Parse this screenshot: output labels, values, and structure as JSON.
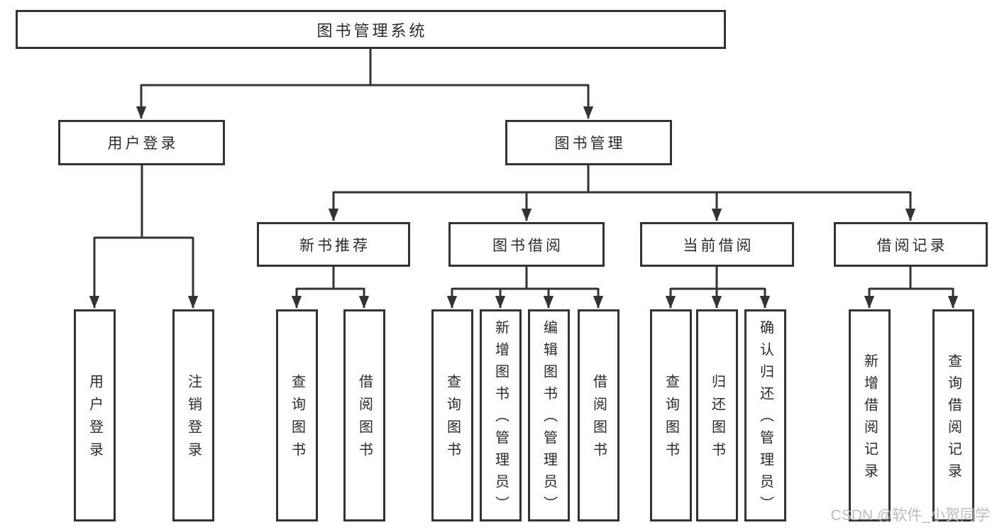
{
  "diagram_title": "图书管理系统",
  "tree": {
    "label": "图书管理系统",
    "children": [
      {
        "label": "用户登录",
        "children": [
          {
            "label": "用户登录"
          },
          {
            "label": "注销登录"
          }
        ]
      },
      {
        "label": "图书管理",
        "children": [
          {
            "label": "新书推荐",
            "children": [
              {
                "label": "查询图书"
              },
              {
                "label": "借阅图书"
              }
            ]
          },
          {
            "label": "图书借阅",
            "children": [
              {
                "label": "查询图书"
              },
              {
                "label": "新增图书（管理员）"
              },
              {
                "label": "编辑图书（管理员）"
              },
              {
                "label": "借阅图书"
              }
            ]
          },
          {
            "label": "当前借阅",
            "children": [
              {
                "label": "查询图书"
              },
              {
                "label": "归还图书"
              },
              {
                "label": "确认归还（管理员）"
              }
            ]
          },
          {
            "label": "借阅记录",
            "children": [
              {
                "label": "新增借阅记录"
              },
              {
                "label": "查询借阅记录"
              }
            ]
          }
        ]
      }
    ]
  },
  "watermark": {
    "text": "CSDN @软件_小贺同学"
  },
  "colors": {
    "line": "#333333",
    "box_border": "#333333",
    "text": "#2b2b2b",
    "watermark": "#b8b8b8",
    "background": "#ffffff"
  }
}
